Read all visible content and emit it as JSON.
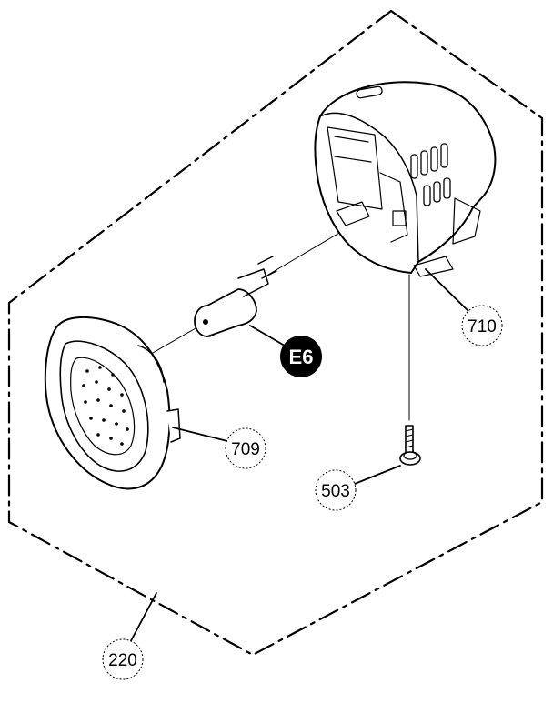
{
  "callouts": {
    "assembly": "220",
    "housing": "710",
    "lens_cover": "709",
    "screw": "503",
    "bulb": "E6"
  },
  "icons": {
    "assembly_boundary": "dash-dot-hexagon",
    "housing": "lamp-housing-drawing",
    "lens_cover": "lens-cover-drawing",
    "bulb": "bulb-drawing",
    "screw": "screw-drawing"
  }
}
